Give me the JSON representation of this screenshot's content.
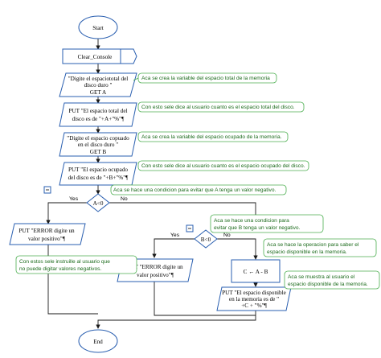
{
  "nodes": {
    "start": "Start",
    "clear": "Clear_Console",
    "read_a": [
      "\"Digite el espaciototal del",
      "disco duro \"",
      "GET A"
    ],
    "put_total": [
      "PUT \"El espacio total del",
      "disco es de \"+A+\"%\"¶"
    ],
    "read_b": [
      "\"Digite el espacio copuado",
      "en el disco duro \"",
      "GET B"
    ],
    "put_used": [
      "PUT \"El espacio ocupado",
      "del disco es de \"+B+\"%\"¶"
    ],
    "dec_a": "A<0",
    "err_a": [
      "PUT \"ERROR digite un",
      "valor positivo\"¶"
    ],
    "dec_b": "B<0",
    "err_b": [
      "PUT \"ERROR digite un",
      "valor positivo\"¶"
    ],
    "calc": "C ← A - B",
    "put_free": [
      "PUT \"El espacio disponible",
      "en la memoria es de \"",
      "+C + \"%\"¶"
    ],
    "end": "End"
  },
  "labels": {
    "yes": "Yes",
    "no": "No"
  },
  "comments": {
    "c1": "Aca se crea la variable del espacio total de la memoria",
    "c2": "Con esto sele dice al usuario cuanto es el espacio total del disco.",
    "c3": "Aca se crea la variable del espacio ocupado de la memoria.",
    "c4": "Con esto sele dice al usuario cuanto es el espacio ocupado del disco.",
    "c5": "Aca se hace una condicion para evitar que A tenga un valor negativo.",
    "c6": [
      "Aca se hace una condicion para",
      "evitar que B tenga un valor negativo."
    ],
    "c7": [
      "Con estos sele instruille al usuario que",
      "no puede digitar valores negativos."
    ],
    "c8": [
      "Aca se hace la operacion para saber el",
      "espacio disponible en la memoria."
    ],
    "c9": [
      "Aca se muestra al usuario el",
      "espacio disponible de la memoria."
    ]
  }
}
